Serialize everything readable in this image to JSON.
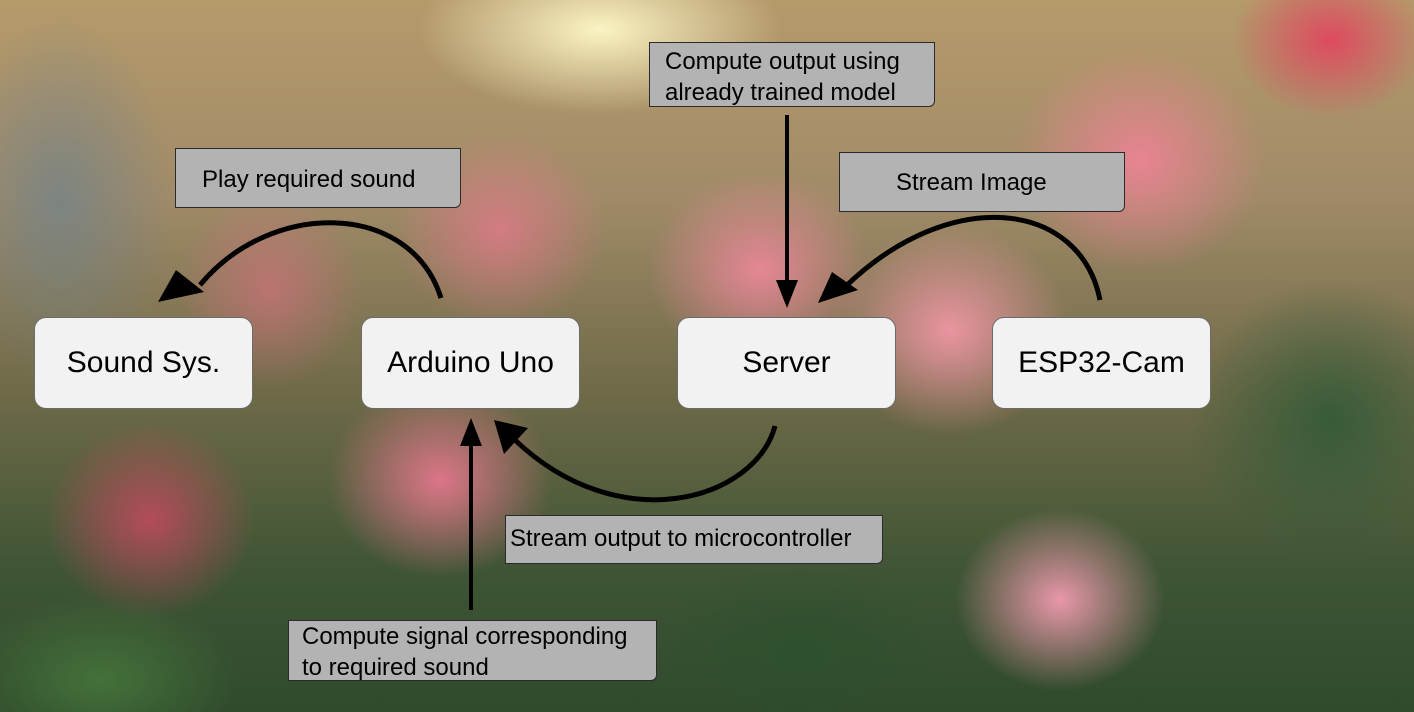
{
  "nodes": {
    "sound_sys": "Sound Sys.",
    "arduino": "Arduino Uno",
    "server": "Server",
    "esp32": "ESP32-Cam"
  },
  "labels": {
    "compute_output_line1": "Compute output using",
    "compute_output_line2": "already trained model",
    "play_sound": "Play required sound",
    "stream_image": "Stream Image",
    "stream_output": "Stream output to microcontroller",
    "compute_signal_line1": "Compute signal corresponding",
    "compute_signal_line2": "to required sound"
  },
  "colors": {
    "node_fill": "#f2f2f2",
    "label_fill": "#b3b3b3",
    "arrow": "#000000"
  }
}
